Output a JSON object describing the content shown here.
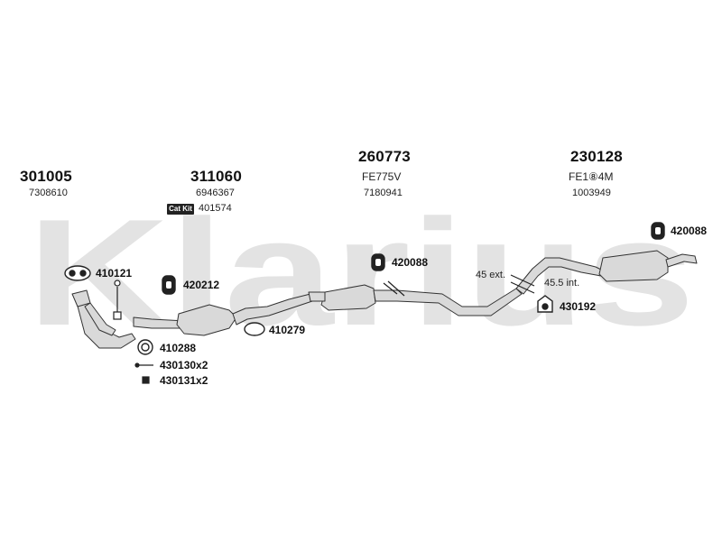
{
  "watermark": {
    "text": "Klarius",
    "color": "#e3e3e3"
  },
  "groups": [
    {
      "main": "301005",
      "sub": "7308610"
    },
    {
      "main": "311060",
      "sub": "6946367",
      "badge": "Cat Kit",
      "extra": "401574"
    },
    {
      "main": "260773",
      "sub": "FE775V",
      "sub2": "7180941"
    },
    {
      "main": "230128",
      "sub": "FE1⑧4M",
      "sub2": "1003949"
    }
  ],
  "parts": {
    "p410121": "410121",
    "p420212": "420212",
    "p420088a": "420088",
    "p420088b": "420088",
    "p410279": "410279",
    "p410288": "410288",
    "p430130": "430130x2",
    "p430131": "430131x2",
    "p430192": "430192"
  },
  "notes": {
    "ext": "45 ext.",
    "int": "45.5 int."
  },
  "colors": {
    "pipe_fill": "#d9d9d9",
    "pipe_stroke": "#333333",
    "part_icon": "#222222"
  }
}
